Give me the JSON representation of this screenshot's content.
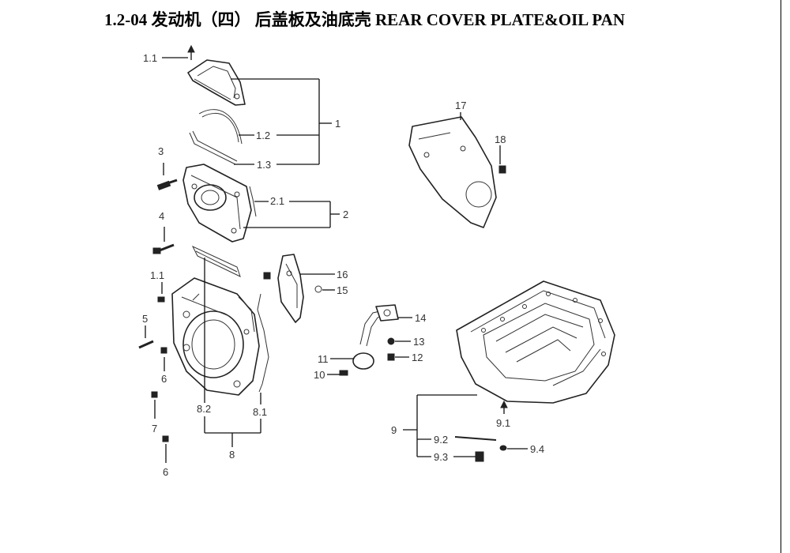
{
  "header": {
    "title": "1.2-04 发动机（四） 后盖板及油底壳 REAR COVER PLATE&OIL PAN"
  },
  "callouts": {
    "c1_1a": "1.1",
    "c1": "1",
    "c1_2": "1.2",
    "c1_3": "1.3",
    "c3": "3",
    "c2_1": "2.1",
    "c2": "2",
    "c4": "4",
    "c1_1b": "1.1",
    "c16": "16",
    "c15": "15",
    "c17": "17",
    "c18": "18",
    "c5": "5",
    "c14": "14",
    "c13": "13",
    "c12": "12",
    "c11": "11",
    "c10": "10",
    "c6a": "6",
    "c7": "7",
    "c6b": "6",
    "c8_2": "8.2",
    "c8_1": "8.1",
    "c8": "8",
    "c9": "9",
    "c9_1": "9.1",
    "c9_2": "9.2",
    "c9_3": "9.3",
    "c9_4": "9.4"
  }
}
